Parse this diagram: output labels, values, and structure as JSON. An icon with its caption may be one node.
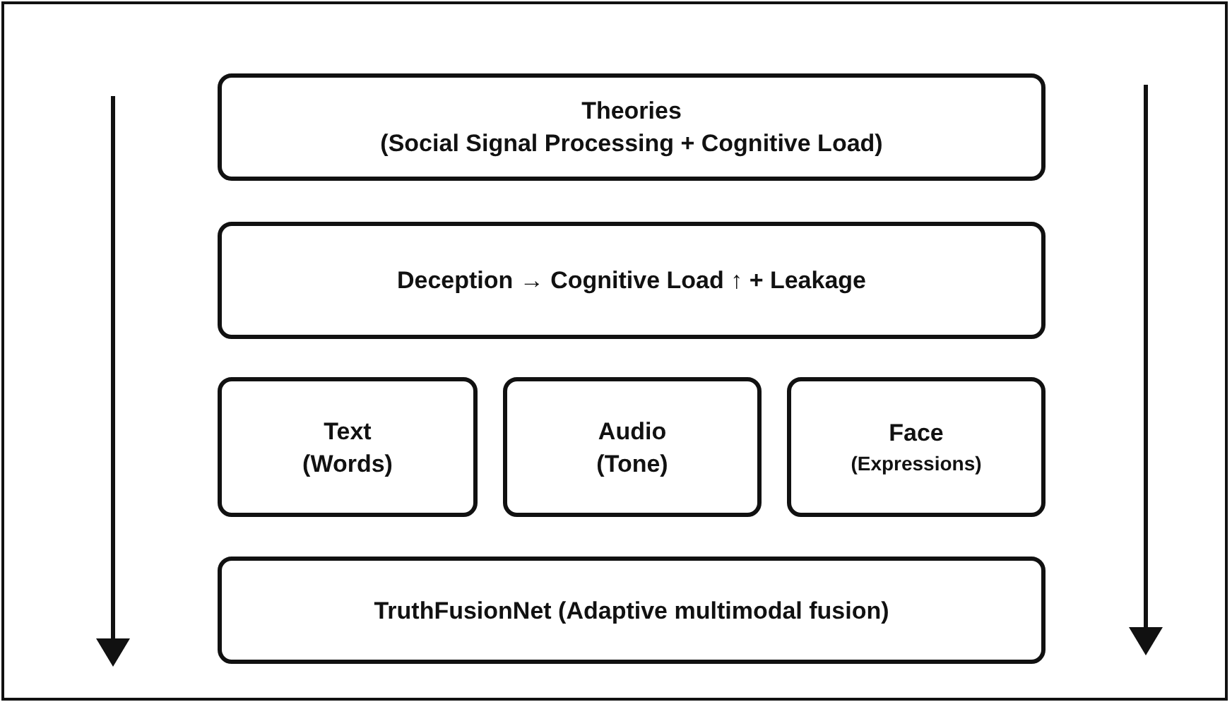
{
  "diagram": {
    "nodes": [
      {
        "text": [
          "Theories",
          "(Social Signal Processing + Cognitive Load)"
        ]
      },
      {
        "text": [
          "Deception → Cognitive Load ↑ + Leakage"
        ]
      },
      {
        "text": [
          "Text",
          "(Words)"
        ]
      },
      {
        "text": [
          "Audio",
          "(Tone)"
        ]
      },
      {
        "text": [
          "Face",
          "(Expressions)"
        ]
      },
      {
        "text": [
          "TruthFusionNet (Adaptive multimodal fusion)"
        ]
      }
    ]
  }
}
